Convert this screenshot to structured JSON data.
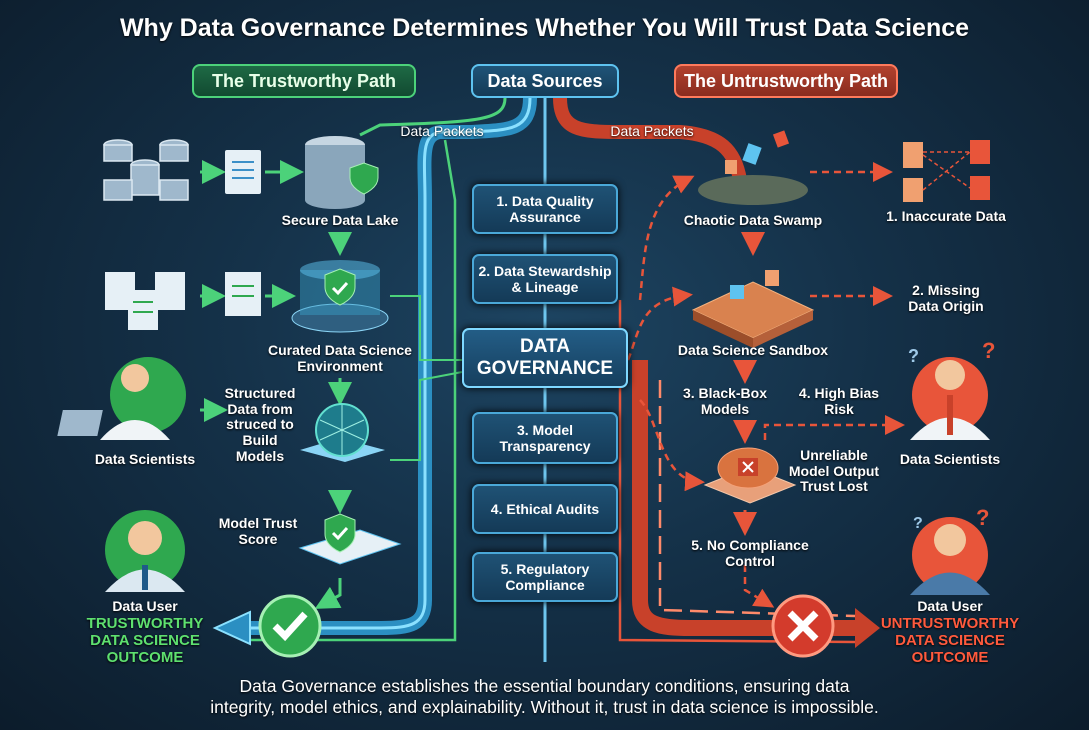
{
  "title": "Why Data Governance Determines Whether You Will Trust Data Science",
  "header": {
    "trustworthy_path": "The Trustworthy Path",
    "data_sources": "Data Sources",
    "untrustworthy_path": "The Untrustworthy Path"
  },
  "governance": {
    "label_line1": "DATA",
    "label_line2": "GOVERNANCE",
    "pillars": [
      "1. Data Quality Assurance",
      "2. Data Stewardship & Lineage",
      "3. Model Transparency",
      "4. Ethical Audits",
      "5. Regulatory Compliance"
    ]
  },
  "left": {
    "packets": "Data Packets",
    "lake": "Secure Data Lake",
    "curated": "Curated Data Science Environment",
    "structured": "Structured Data from struced to Build Models",
    "scientists": "Data Scientists",
    "trust_score": "Model Trust Score",
    "user": "Data User",
    "outcome": "TRUSTWORTHY DATA SCIENCE OUTCOME"
  },
  "right": {
    "packets": "Data Packets",
    "swamp": "Chaotic Data Swamp",
    "inaccurate": "1. Inaccurate Data",
    "missing": "2. Missing Data Origin",
    "sandbox": "Data Science Sandbox",
    "blackbox": "3. Black-Box Models",
    "bias": "4. High Bias Risk",
    "unreliable": "Unreliable Model Output Trust Lost",
    "scientists": "Data Scientists",
    "compliance": "5. No Compliance Control",
    "user": "Data User",
    "outcome": "UNTRUSTWORTHY DATA SCIENCE OUTCOME"
  },
  "footer": {
    "line1": "Data Governance establishes the essential boundary conditions, ensuring data",
    "line2": "integrity, model ethics, and explainability. Without it, trust in data science is impossible."
  },
  "colors": {
    "green": "#4cd27a",
    "blue": "#5ec3f0",
    "red": "#e8553a"
  }
}
